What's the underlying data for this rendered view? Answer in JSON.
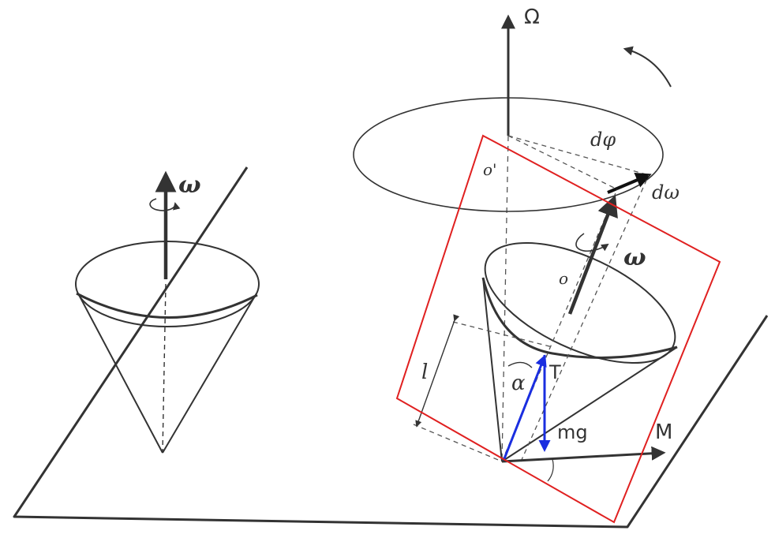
{
  "labels": {
    "omega_axis": "Ω",
    "omega_left": "ω",
    "omega_right": "ω",
    "d_phi": "dφ",
    "d_omega": "dω",
    "o_prime": "o'",
    "o": "o",
    "l": "l",
    "alpha": "α",
    "t": "T",
    "mg": "mg",
    "m": "M"
  },
  "colors": {
    "ink": "#333333",
    "frame": "#e02020",
    "force_blue": "#1a2ee0",
    "d_omega_arrow": "#111111"
  }
}
